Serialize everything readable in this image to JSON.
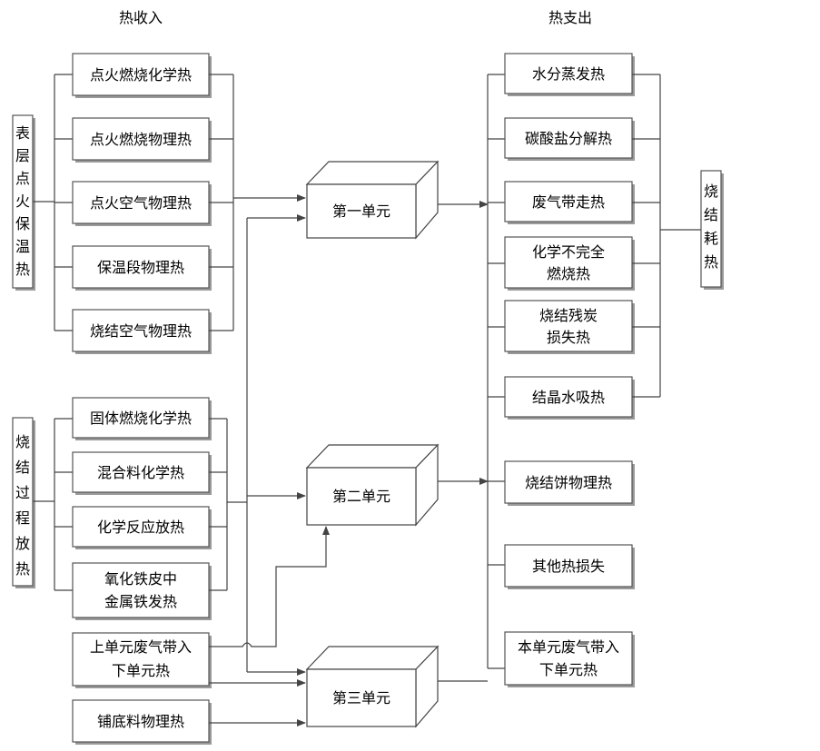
{
  "headers": {
    "income": "热收入",
    "expense": "热支出"
  },
  "groups": {
    "surface": [
      "表",
      "层",
      "点",
      "火",
      "保",
      "温",
      "热"
    ],
    "process": [
      "烧",
      "结",
      "过",
      "程",
      "放",
      "热"
    ],
    "consumption": [
      "烧",
      "结",
      "耗",
      "热"
    ]
  },
  "income_group1": [
    "点火燃烧化学热",
    "点火燃烧物理热",
    "点火空气物理热",
    "保温段物理热",
    "烧结空气物理热"
  ],
  "income_group2": [
    [
      "固体燃烧化学热"
    ],
    [
      "混合料化学热"
    ],
    [
      "化学反应放热"
    ],
    [
      "氧化铁皮中",
      "金属铁发热"
    ]
  ],
  "income_other": [
    [
      "上单元废气带入",
      "下单元热"
    ],
    [
      "铺底料物理热"
    ]
  ],
  "units": [
    "第一单元",
    "第二单元",
    "第三单元"
  ],
  "expense_group": [
    [
      "水分蒸发热"
    ],
    [
      "碳酸盐分解热"
    ],
    [
      "废气带走热"
    ],
    [
      "化学不完全",
      "燃烧热"
    ],
    [
      "烧结残炭",
      "损失热"
    ],
    [
      "结晶水吸热"
    ]
  ],
  "expense_other": [
    [
      "烧结饼物理热"
    ],
    [
      "其他热损失"
    ],
    [
      "本单元废气带入",
      "下单元热"
    ]
  ]
}
